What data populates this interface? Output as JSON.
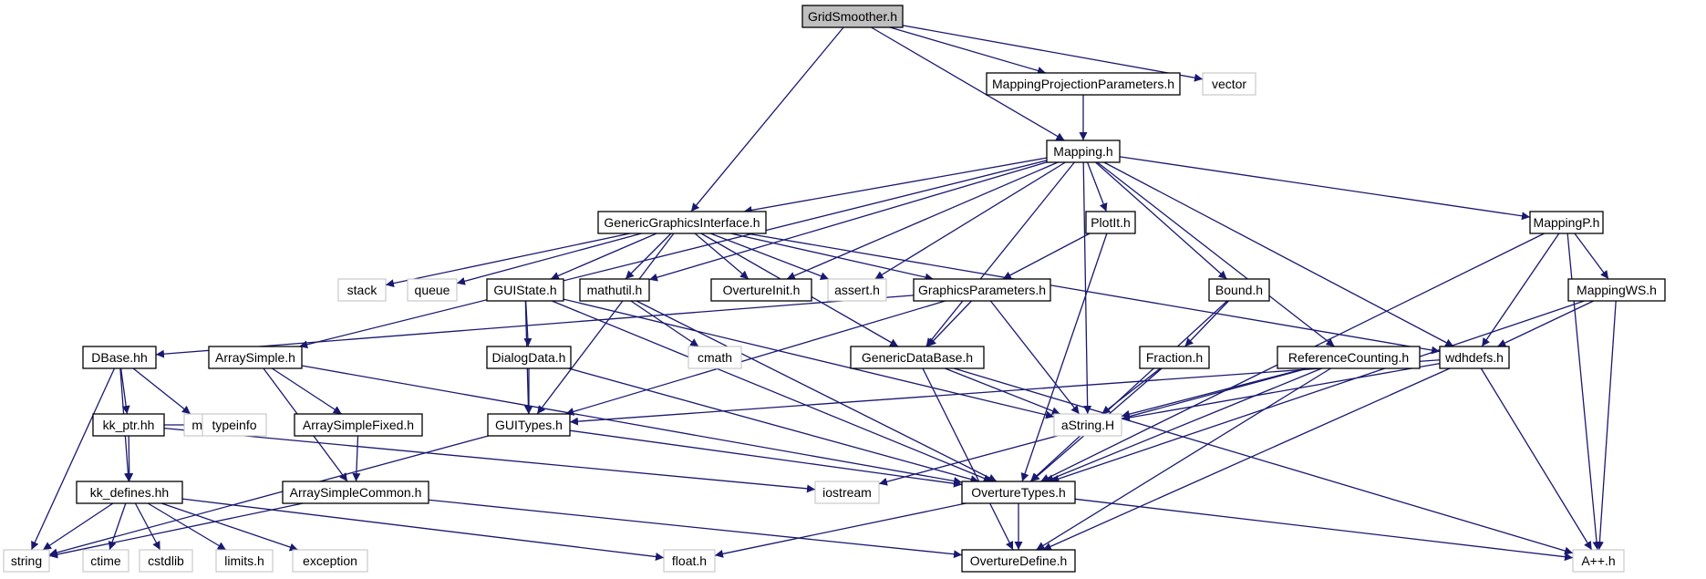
{
  "colors": {
    "edge": "#191970",
    "root_fill": "#bfbfbf",
    "node_border": "#000000",
    "external_border": "#bfbfbf",
    "background": "#ffffff"
  },
  "nodes": [
    {
      "id": "GridSmoother",
      "label": "GridSmoother.h",
      "kind": "root"
    },
    {
      "id": "MappingProjectionParameters",
      "label": "MappingProjectionParameters.h",
      "kind": "local"
    },
    {
      "id": "vector",
      "label": "vector",
      "kind": "external"
    },
    {
      "id": "Mapping",
      "label": "Mapping.h",
      "kind": "local"
    },
    {
      "id": "GenericGraphicsInterface",
      "label": "GenericGraphicsInterface.h",
      "kind": "local"
    },
    {
      "id": "PlotIt",
      "label": "PlotIt.h",
      "kind": "local"
    },
    {
      "id": "MappingP",
      "label": "MappingP.h",
      "kind": "local"
    },
    {
      "id": "stack",
      "label": "stack",
      "kind": "external"
    },
    {
      "id": "queue",
      "label": "queue",
      "kind": "external"
    },
    {
      "id": "GUIState",
      "label": "GUIState.h",
      "kind": "local"
    },
    {
      "id": "mathutil",
      "label": "mathutil.h",
      "kind": "local"
    },
    {
      "id": "OvertureInit",
      "label": "OvertureInit.h",
      "kind": "local"
    },
    {
      "id": "assert",
      "label": "assert.h",
      "kind": "external"
    },
    {
      "id": "GraphicsParameters",
      "label": "GraphicsParameters.h",
      "kind": "local"
    },
    {
      "id": "Bound",
      "label": "Bound.h",
      "kind": "local"
    },
    {
      "id": "MappingWS",
      "label": "MappingWS.h",
      "kind": "local"
    },
    {
      "id": "DBase",
      "label": "DBase.hh",
      "kind": "local"
    },
    {
      "id": "ArraySimple",
      "label": "ArraySimple.h",
      "kind": "local"
    },
    {
      "id": "DialogData",
      "label": "DialogData.h",
      "kind": "local"
    },
    {
      "id": "cmath",
      "label": "cmath",
      "kind": "external"
    },
    {
      "id": "GenericDataBase",
      "label": "GenericDataBase.h",
      "kind": "local"
    },
    {
      "id": "Fraction",
      "label": "Fraction.h",
      "kind": "local"
    },
    {
      "id": "ReferenceCounting",
      "label": "ReferenceCounting.h",
      "kind": "local"
    },
    {
      "id": "wdhdefs",
      "label": "wdhdefs.h",
      "kind": "local"
    },
    {
      "id": "kk_ptr",
      "label": "kk_ptr.hh",
      "kind": "local"
    },
    {
      "id": "map",
      "label": "map",
      "kind": "external"
    },
    {
      "id": "ArraySimpleFixed",
      "label": "ArraySimpleFixed.h",
      "kind": "local"
    },
    {
      "id": "GUITypes",
      "label": "GUITypes.h",
      "kind": "local"
    },
    {
      "id": "aString",
      "label": "aString.H",
      "kind": "external"
    },
    {
      "id": "typeinfo",
      "label": "typeinfo",
      "kind": "external"
    },
    {
      "id": "kk_defines",
      "label": "kk_defines.hh",
      "kind": "local"
    },
    {
      "id": "ArraySimpleCommon",
      "label": "ArraySimpleCommon.h",
      "kind": "local"
    },
    {
      "id": "iostream",
      "label": "iostream",
      "kind": "external"
    },
    {
      "id": "OvertureTypes",
      "label": "OvertureTypes.h",
      "kind": "local"
    },
    {
      "id": "string",
      "label": "string",
      "kind": "external"
    },
    {
      "id": "ctime",
      "label": "ctime",
      "kind": "external"
    },
    {
      "id": "cstdlib",
      "label": "cstdlib",
      "kind": "external"
    },
    {
      "id": "limits",
      "label": "limits.h",
      "kind": "external"
    },
    {
      "id": "exception",
      "label": "exception",
      "kind": "external"
    },
    {
      "id": "float",
      "label": "float.h",
      "kind": "external"
    },
    {
      "id": "OvertureDefine",
      "label": "OvertureDefine.h",
      "kind": "local"
    },
    {
      "id": "App",
      "label": "A++.h",
      "kind": "external"
    }
  ],
  "edges": [
    [
      "GridSmoother",
      "MappingProjectionParameters"
    ],
    [
      "GridSmoother",
      "vector"
    ],
    [
      "GridSmoother",
      "Mapping"
    ],
    [
      "GridSmoother",
      "GenericGraphicsInterface"
    ],
    [
      "MappingProjectionParameters",
      "Mapping"
    ],
    [
      "Mapping",
      "GenericGraphicsInterface"
    ],
    [
      "Mapping",
      "PlotIt"
    ],
    [
      "Mapping",
      "MappingP"
    ],
    [
      "Mapping",
      "ArraySimple"
    ],
    [
      "Mapping",
      "mathutil"
    ],
    [
      "Mapping",
      "OvertureInit"
    ],
    [
      "Mapping",
      "assert"
    ],
    [
      "Mapping",
      "GenericDataBase"
    ],
    [
      "Mapping",
      "aString"
    ],
    [
      "Mapping",
      "Bound"
    ],
    [
      "Mapping",
      "ReferenceCounting"
    ],
    [
      "Mapping",
      "wdhdefs"
    ],
    [
      "GenericGraphicsInterface",
      "stack"
    ],
    [
      "GenericGraphicsInterface",
      "queue"
    ],
    [
      "GenericGraphicsInterface",
      "GUIState"
    ],
    [
      "GenericGraphicsInterface",
      "mathutil"
    ],
    [
      "GenericGraphicsInterface",
      "OvertureInit"
    ],
    [
      "GenericGraphicsInterface",
      "assert"
    ],
    [
      "GenericGraphicsInterface",
      "GraphicsParameters"
    ],
    [
      "GenericGraphicsInterface",
      "GenericDataBase"
    ],
    [
      "GenericGraphicsInterface",
      "GUITypes"
    ],
    [
      "GenericGraphicsInterface",
      "wdhdefs"
    ],
    [
      "PlotIt",
      "GraphicsParameters"
    ],
    [
      "PlotIt",
      "OvertureTypes"
    ],
    [
      "MappingP",
      "MappingWS"
    ],
    [
      "MappingP",
      "wdhdefs"
    ],
    [
      "MappingP",
      "OvertureTypes"
    ],
    [
      "MappingP",
      "App"
    ],
    [
      "GUIState",
      "DialogData"
    ],
    [
      "GUIState",
      "GUITypes"
    ],
    [
      "GUIState",
      "aString"
    ],
    [
      "GUIState",
      "OvertureTypes"
    ],
    [
      "mathutil",
      "cmath"
    ],
    [
      "mathutil",
      "OvertureTypes"
    ],
    [
      "GraphicsParameters",
      "DBase"
    ],
    [
      "GraphicsParameters",
      "GenericDataBase"
    ],
    [
      "GraphicsParameters",
      "aString"
    ],
    [
      "GraphicsParameters",
      "GUITypes"
    ],
    [
      "Bound",
      "Fraction"
    ],
    [
      "Bound",
      "OvertureTypes"
    ],
    [
      "MappingWS",
      "wdhdefs"
    ],
    [
      "MappingWS",
      "OvertureTypes"
    ],
    [
      "MappingWS",
      "App"
    ],
    [
      "DBase",
      "map"
    ],
    [
      "DBase",
      "kk_ptr"
    ],
    [
      "DBase",
      "kk_defines"
    ],
    [
      "DBase",
      "string"
    ],
    [
      "ArraySimple",
      "ArraySimpleFixed"
    ],
    [
      "ArraySimple",
      "ArraySimpleCommon"
    ],
    [
      "ArraySimple",
      "OvertureTypes"
    ],
    [
      "DialogData",
      "GUITypes"
    ],
    [
      "DialogData",
      "OvertureTypes"
    ],
    [
      "GenericDataBase",
      "aString"
    ],
    [
      "GenericDataBase",
      "OvertureDefine"
    ],
    [
      "GenericDataBase",
      "App"
    ],
    [
      "Fraction",
      "aString"
    ],
    [
      "Fraction",
      "OvertureTypes"
    ],
    [
      "ReferenceCounting",
      "aString"
    ],
    [
      "ReferenceCounting",
      "iostream"
    ],
    [
      "ReferenceCounting",
      "OvertureTypes"
    ],
    [
      "ReferenceCounting",
      "OvertureDefine"
    ],
    [
      "wdhdefs",
      "GUITypes"
    ],
    [
      "wdhdefs",
      "aString"
    ],
    [
      "wdhdefs",
      "OvertureDefine"
    ],
    [
      "wdhdefs",
      "App"
    ],
    [
      "kk_ptr",
      "typeinfo"
    ],
    [
      "kk_ptr",
      "kk_defines"
    ],
    [
      "kk_ptr",
      "iostream"
    ],
    [
      "ArraySimpleFixed",
      "ArraySimpleCommon"
    ],
    [
      "GUITypes",
      "OvertureTypes"
    ],
    [
      "GUITypes",
      "string"
    ],
    [
      "kk_defines",
      "string"
    ],
    [
      "kk_defines",
      "ctime"
    ],
    [
      "kk_defines",
      "cstdlib"
    ],
    [
      "kk_defines",
      "limits"
    ],
    [
      "kk_defines",
      "exception"
    ],
    [
      "kk_defines",
      "float"
    ],
    [
      "ArraySimpleCommon",
      "string"
    ],
    [
      "ArraySimpleCommon",
      "OvertureDefine"
    ],
    [
      "OvertureTypes",
      "float"
    ],
    [
      "OvertureTypes",
      "OvertureDefine"
    ],
    [
      "OvertureTypes",
      "App"
    ]
  ]
}
